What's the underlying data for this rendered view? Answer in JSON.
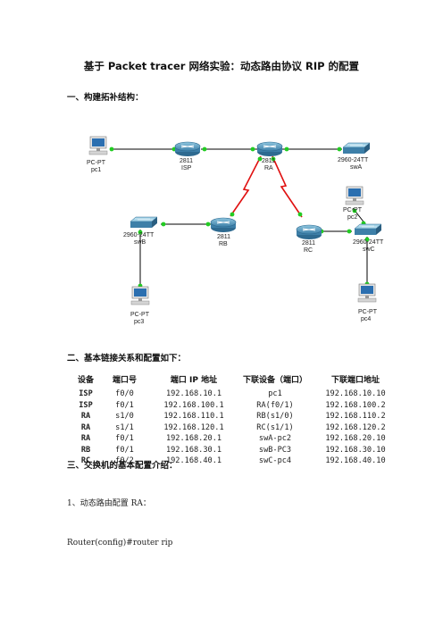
{
  "title": "基于 Packet tracer 网络实验：动态路由协议 RIP 的配置",
  "sections": {
    "s1": "一、构建拓补结构：",
    "s2": "二、基本链接关系和配置如下：",
    "s3": "三、交换机的基本配置介绍："
  },
  "topology": {
    "nodes": [
      {
        "id": "pc1",
        "model": "PC-PT",
        "name": "pc1"
      },
      {
        "id": "isp",
        "model": "2811",
        "name": "ISP"
      },
      {
        "id": "ra",
        "model": "2811",
        "name": "RA"
      },
      {
        "id": "swa",
        "model": "2960-24TT",
        "name": "swA"
      },
      {
        "id": "pc2",
        "model": "PC-PT",
        "name": "pc2"
      },
      {
        "id": "swb",
        "model": "2960-24TT",
        "name": "swB"
      },
      {
        "id": "rb",
        "model": "2811",
        "name": "RB"
      },
      {
        "id": "rc",
        "model": "2811",
        "name": "RC"
      },
      {
        "id": "swc",
        "model": "2960-24TT",
        "name": "swC"
      },
      {
        "id": "pc3",
        "model": "PC-PT",
        "name": "pc3"
      },
      {
        "id": "pc4",
        "model": "PC-PT",
        "name": "pc4"
      }
    ],
    "link_color_ethernet": "#000000",
    "link_color_serial": "#e01010",
    "port_status_color": "#22cc22"
  },
  "table": {
    "headers": [
      "设备",
      "端口号",
      "端口 IP 地址",
      "下联设备（端口）",
      "下联端口地址"
    ],
    "rows": [
      [
        "ISP",
        "f0/0",
        "192.168.10.1",
        "pc1",
        "192.168.10.10"
      ],
      [
        "ISP",
        "f0/1",
        "192.168.100.1",
        "RA(f0/1)",
        "192.168.100.2"
      ],
      [
        "RA",
        "s1/0",
        "192.168.110.1",
        "RB(s1/0)",
        "192.168.110.2"
      ],
      [
        "RA",
        "s1/1",
        "192.168.120.1",
        "RC(s1/1)",
        "192.168.120.2"
      ],
      [
        "RA",
        "f0/1",
        "192.168.20.1",
        "swA-pc2",
        "192.168.20.10"
      ],
      [
        "RB",
        "f0/1",
        "192.168.30.1",
        "swB-PC3",
        "192.168.30.10"
      ],
      [
        "RC",
        "f0/2",
        "192.168.40.1",
        "swC-pc4",
        "192.168.40.10"
      ]
    ]
  },
  "paragraphs": {
    "p1": "1、动态路由配置 RA：",
    "p2": "Router(config)#router rip"
  }
}
